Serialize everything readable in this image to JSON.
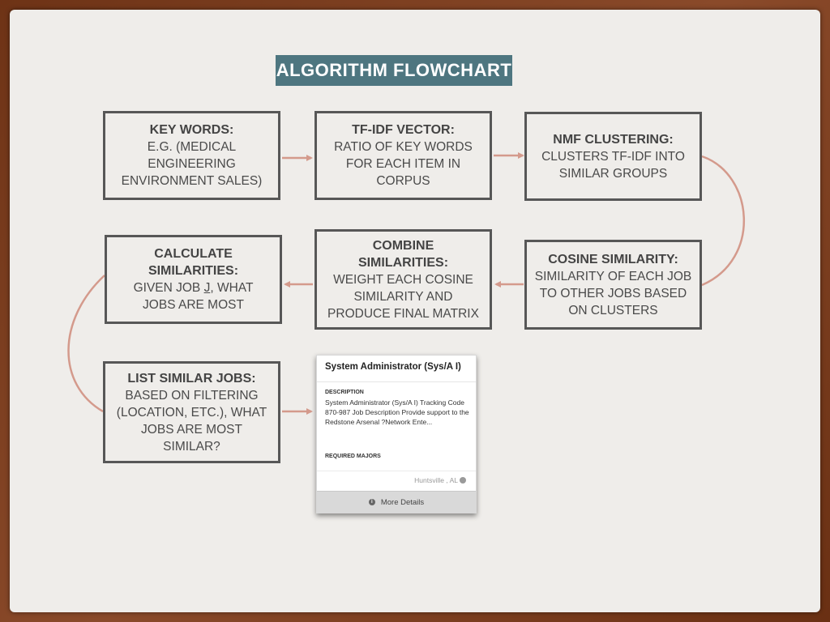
{
  "title": "ALGORITHM FLOWCHART",
  "boxes": {
    "keywords": {
      "head": "KEY WORDS:",
      "body": "E.G. (MEDICAL\nENGINEERING\nENVIRONMENT SALES)"
    },
    "tfidf": {
      "head": "TF-IDF VECTOR:",
      "body": "RATIO OF KEY WORDS\nFOR EACH ITEM IN\nCORPUS"
    },
    "nmf": {
      "head": "NMF CLUSTERING:",
      "body": "CLUSTERS TF-IDF INTO\nSIMILAR GROUPS"
    },
    "cosine": {
      "head": "COSINE SIMILARITY:",
      "body": "SIMILARITY OF EACH JOB\nTO OTHER JOBS BASED\nON CLUSTERS"
    },
    "combine": {
      "head": "COMBINE\nSIMILARITIES:",
      "body": "WEIGHT EACH COSINE\nSIMILARITY AND\nPRODUCE FINAL MATRIX"
    },
    "calculate": {
      "head": "CALCULATE\nSIMILARITIES:",
      "body_pre": "GIVEN JOB ",
      "body_j": "J",
      "body_post": ", WHAT\nJOBS ARE MOST"
    },
    "list": {
      "head": "LIST SIMILAR JOBS:",
      "body": "BASED ON FILTERING\n(LOCATION, ETC.), WHAT\nJOBS ARE MOST\nSIMILAR?"
    }
  },
  "card": {
    "title": "System Administrator (Sys/A I)",
    "description_label": "DESCRIPTION",
    "description": "System Administrator (Sys/A I) Tracking Code 870-987 Job Description Provide support to the Redstone Arsenal ?Network Ente...",
    "majors_label": "REQUIRED MAJORS",
    "location": "Huntsville , AL",
    "button": "More Details"
  },
  "colors": {
    "title_bg": "#4e7680",
    "arrow": "#d49a8c",
    "box_border": "#575757"
  }
}
